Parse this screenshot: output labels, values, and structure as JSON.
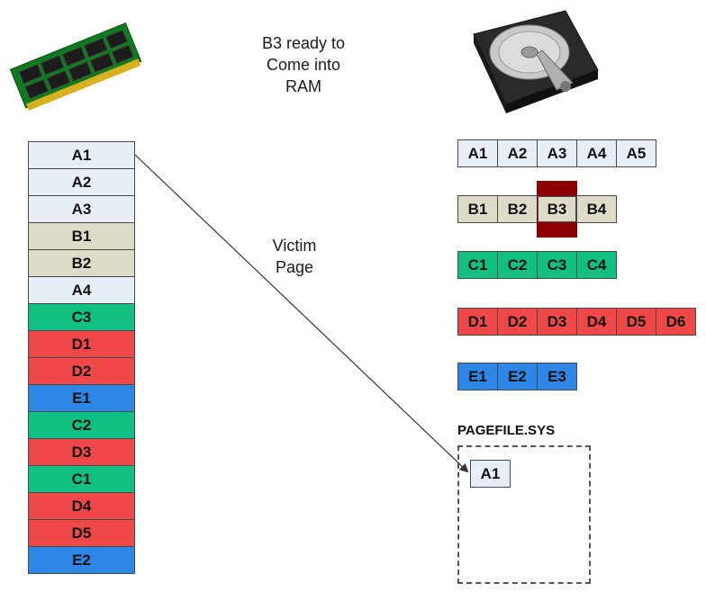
{
  "captions": {
    "ready_line1": "B3 ready to",
    "ready_line2": "Come into",
    "ready_line3": "RAM",
    "victim_line1": "Victim",
    "victim_line2": "Page"
  },
  "colors": {
    "a": "#e8eef8",
    "b": "#dcdcc8",
    "c": "#10c080",
    "d": "#f04848",
    "e": "#2d86e6",
    "b3_highlight": "#8b0000"
  },
  "ram": [
    {
      "label": "A1",
      "group": "a"
    },
    {
      "label": "A2",
      "group": "a"
    },
    {
      "label": "A3",
      "group": "a"
    },
    {
      "label": "B1",
      "group": "b"
    },
    {
      "label": "B2",
      "group": "b"
    },
    {
      "label": "A4",
      "group": "a"
    },
    {
      "label": "C3",
      "group": "c"
    },
    {
      "label": "D1",
      "group": "d"
    },
    {
      "label": "D2",
      "group": "d"
    },
    {
      "label": "E1",
      "group": "e"
    },
    {
      "label": "C2",
      "group": "c"
    },
    {
      "label": "D3",
      "group": "d"
    },
    {
      "label": "C1",
      "group": "c"
    },
    {
      "label": "D4",
      "group": "d"
    },
    {
      "label": "D5",
      "group": "d"
    },
    {
      "label": "E2",
      "group": "e"
    }
  ],
  "disk": {
    "a": [
      "A1",
      "A2",
      "A3",
      "A4",
      "A5"
    ],
    "b": [
      "B1",
      "B2",
      "B3",
      "B4"
    ],
    "c": [
      "C1",
      "C2",
      "C3",
      "C4"
    ],
    "d": [
      "D1",
      "D2",
      "D3",
      "D4",
      "D5",
      "D6"
    ],
    "e": [
      "E1",
      "E2",
      "E3"
    ]
  },
  "pagefile": {
    "label": "PAGEFILE.SYS",
    "items": [
      "A1"
    ]
  },
  "icons": {
    "ram": "ram-module-icon",
    "disk": "hard-drive-icon"
  }
}
